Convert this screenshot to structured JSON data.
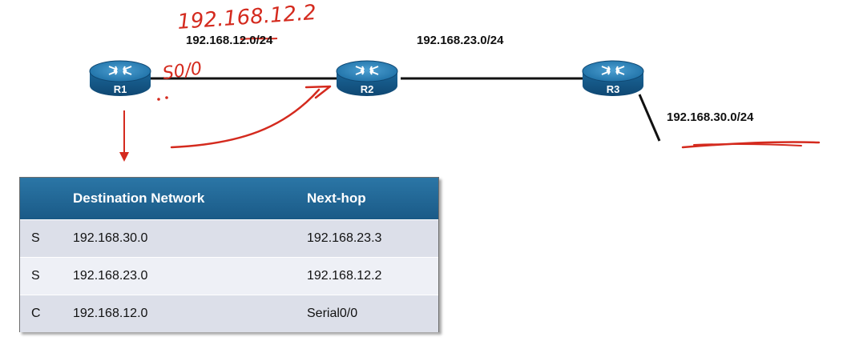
{
  "topology": {
    "routers": [
      {
        "id": "R1",
        "label": "R1"
      },
      {
        "id": "R2",
        "label": "R2"
      },
      {
        "id": "R3",
        "label": "R3"
      }
    ],
    "network_labels": {
      "r1_r2": "192.168.12.0/24",
      "r2_r3": "192.168.23.0/24",
      "r3_stub": "192.168.30.0/24"
    }
  },
  "annotations": {
    "handwritten_ip": "192.168.12.2",
    "handwritten_interface": "S0/0",
    "ink_color": "#d42a1e"
  },
  "route_table": {
    "headers": [
      "",
      "Destination Network",
      "Next-hop"
    ],
    "rows": [
      {
        "type": "S",
        "destination": "192.168.30.0",
        "next_hop": "192.168.23.3"
      },
      {
        "type": "S",
        "destination": "192.168.23.0",
        "next_hop": "192.168.12.2"
      },
      {
        "type": "C",
        "destination": "192.168.12.0",
        "next_hop": "Serial0/0"
      }
    ],
    "header_color": "#1f6495"
  },
  "colors": {
    "router_body": "#1d6fa5",
    "link": "#111111"
  }
}
